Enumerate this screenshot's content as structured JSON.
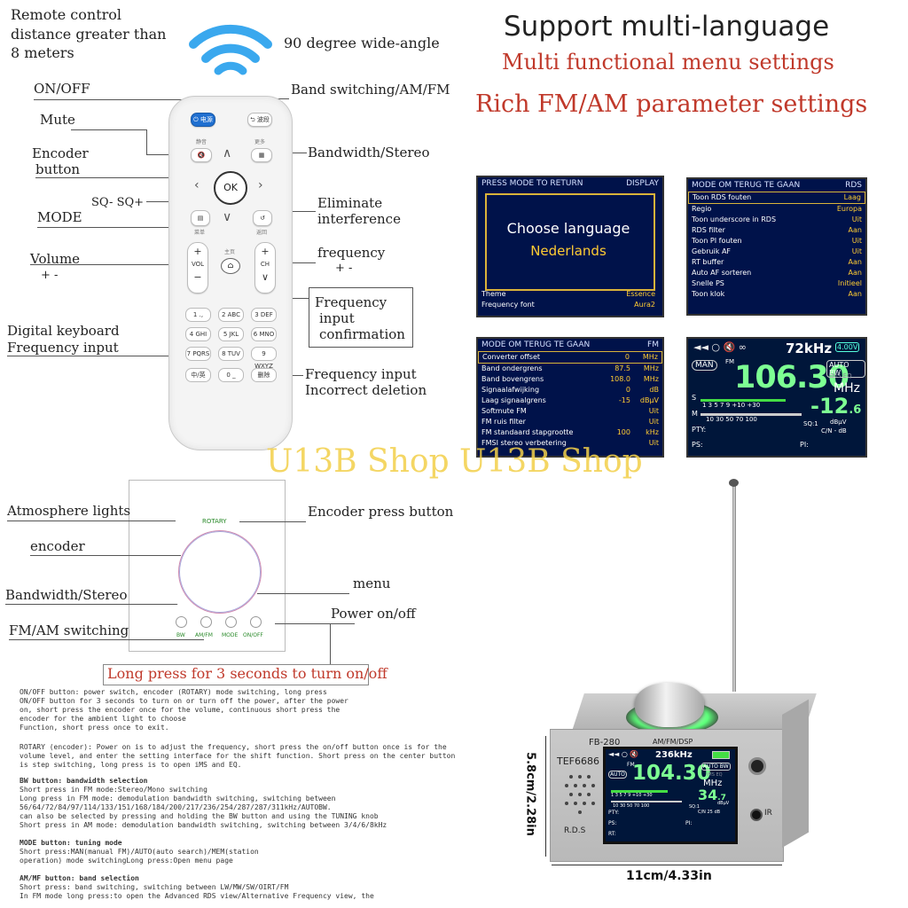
{
  "remote": {
    "range_text": "Remote control distance greater than 8 meters",
    "range_line1": "Remote control",
    "range_line2": "distance greater than",
    "range_line3": "8 meters",
    "angle_text": "90 degree wide-angle",
    "labels": {
      "on_off": "ON/OFF",
      "mute": "Mute",
      "encoder_line1": "Encoder",
      "encoder_line2": "button",
      "sq": "SQ-  SQ+",
      "mode": "MODE",
      "volume": "Volume",
      "volume_sign": "+   -",
      "digital_line1": "Digital keyboard",
      "digital_line2": "Frequency input",
      "band_switch": "Band switching/AM/FM",
      "bandwidth_stereo": "Bandwidth/Stereo",
      "eliminate_line1": "Eliminate",
      "eliminate_line2": "interference",
      "frequency": "frequency",
      "frequency_sign": "+   -",
      "freq_confirm_line1": "Frequency",
      "freq_confirm_line2": "input",
      "freq_confirm_line3": "confirmation",
      "freq_delete_line1": "Frequency input",
      "freq_delete_line2": "Incorrect deletion"
    },
    "buttons": {
      "power": "⏻ 电源",
      "band": "⮌ 波段",
      "mute_cap": "静音",
      "more_cap": "更多",
      "ok": "OK",
      "menu_cap": "菜单",
      "back_cap": "返回",
      "vol_plus": "+",
      "vol": "VOL",
      "vol_minus": "−",
      "ch_plus": "+",
      "ch": "CH",
      "ch_minus": "∨",
      "home_cap": "主页",
      "zh_en": "中/英",
      "delete": "删除"
    },
    "keys": [
      "1 .,",
      "2 ABC",
      "3 DEF",
      "4 GHI",
      "5 JKL",
      "6 MNO",
      "7 PQRS",
      "8 TUV",
      "9 WXYZ",
      "0 _"
    ]
  },
  "promo": {
    "title": "Support multi-language",
    "line2": "Multi functional menu settings",
    "line3": "Rich FM/AM parameter settings",
    "title_color": "#222222",
    "accent_color": "#c0392b"
  },
  "screens": {
    "language": {
      "header_left": "PRESS MODE TO RETURN",
      "header_right": "DISPLAY",
      "prompt": "Choose language",
      "value": "Nederlands",
      "bottom_rows": [
        {
          "label": "Theme",
          "value": "Essence"
        },
        {
          "label": "Frequency font",
          "value": "Aura2"
        }
      ]
    },
    "rds": {
      "header_left": "MODE OM TERUG TE GAAN",
      "header_right": "RDS",
      "rows": [
        {
          "label": "Toon RDS fouten",
          "value": "Laag"
        },
        {
          "label": "Regio",
          "value": "Europa"
        },
        {
          "label": "Toon underscore in RDS",
          "value": "Uit"
        },
        {
          "label": "RDS filter",
          "value": "Aan"
        },
        {
          "label": "Toon PI fouten",
          "value": "Uit"
        },
        {
          "label": "Gebruik AF",
          "value": "Uit"
        },
        {
          "label": "RT buffer",
          "value": "Aan"
        },
        {
          "label": "Auto AF sorteren",
          "value": "Aan"
        },
        {
          "label": "Snelle PS",
          "value": "Initieel"
        },
        {
          "label": "Toon klok",
          "value": "Aan"
        }
      ]
    },
    "fm": {
      "header_left": "MODE OM TERUG TE GAAN",
      "header_right": "FM",
      "rows": [
        {
          "label": "Converter offset",
          "value": "0",
          "unit": "MHz"
        },
        {
          "label": "Band ondergrens",
          "value": "87.5",
          "unit": "MHz"
        },
        {
          "label": "Band bovengrens",
          "value": "108.0",
          "unit": "MHz"
        },
        {
          "label": "Signaalafwijking",
          "value": "0",
          "unit": "dB"
        },
        {
          "label": "Laag signaalgrens",
          "value": "-15",
          "unit": "dBμV"
        },
        {
          "label": "Softmute FM",
          "value": "",
          "unit": "Uit"
        },
        {
          "label": "FM ruis filter",
          "value": "",
          "unit": "Uit"
        },
        {
          "label": "FM standaard stapgrootte",
          "value": "100",
          "unit": "kHz"
        },
        {
          "label": "FMSI stereo verbetering",
          "value": "",
          "unit": "Uit"
        }
      ]
    },
    "main": {
      "bw": "72kHz",
      "battery": "4.00V",
      "man": "MAN",
      "fm": "FM",
      "auto_bw": "AUTO BW",
      "ims_eq": "iMS  EQ",
      "freq": "106.30",
      "unit": "MHz",
      "signal": "-12",
      "signal_dec": ".6",
      "signal_unit": "dBμV",
      "scale_top": "1  3  5  7  9 +10  +30",
      "scale_bottom": "10  30  50  70    100",
      "sq": "SQ:1",
      "cn": "C/N   - dB",
      "pty": "PTY:",
      "ps": "PS:",
      "pi": "PI:",
      "s": "S",
      "m": "M"
    }
  },
  "watermark": "U13B Shop U13B Shop",
  "panel": {
    "rotary": "ROTARY",
    "labels": {
      "atmosphere": "Atmosphere lights",
      "encoder": "encoder",
      "bandwidth_stereo": "Bandwidth/Stereo",
      "fm_am": "FM/AM switching",
      "encoder_press": "Encoder press button",
      "menu": "menu",
      "power": "Power on/off"
    },
    "buttons": [
      "BW",
      "AM/FM",
      "MODE",
      "ON/OFF"
    ],
    "long_press": "Long press for 3 seconds to turn on/off"
  },
  "doc": {
    "p1": "ON/OFF button: power switch, encoder (ROTARY) mode switching, long press\nON/OFF button for 3 seconds to turn on or turn off the power, after the power\non, short press the encoder once for the volume, continuous short press the\nencoder for the ambient light to choose\nFunction, short press once to exit.",
    "p2": "ROTARY (encoder): Power on is to adjust the frequency, short press the on/off button once is for the\nvolume level, and enter the setting interface for the shift function. Short press on the center button\nis step switching, long press is to open iMS and EQ.",
    "h3": "BW button: bandwidth selection",
    "p3": "Short press in FM mode:Stereo/Mono switching\nLong press in FM mode: demodulation bandwidth switching, switching between\n56/64/72/84/97/114/133/151/168/184/200/217/236/254/287/287/311kHz/AUTOBW.\ncan also be selected by pressing and holding the BW button and using the TUNING knob\nShort press in AM mode: demodulation bandwidth switching, switching between 3/4/6/8kHz",
    "h4": "MODE button: tuning mode",
    "p4": "Short press:MAN(manual FM)/AUTO(auto search)/MEM(station\noperation) mode switchingLong press:Open menu page",
    "h5": "AM/MF button: band selection",
    "p5": "Short press: band switching, switching between LW/MW/SW/OIRT/FM\nIn FM mode long press:to open the Advanced RDS view/Alternative Frequency view, the"
  },
  "device": {
    "model": "FB-280",
    "mode": "AM/FM/DSP",
    "chip": "TEF6686",
    "rds": "R.D.S",
    "bw": "236kHz",
    "freq": "104.30",
    "unit": "MHz",
    "fm": "FM",
    "auto": "AUTO",
    "auto_bw": "AUTO BW",
    "ims_eq": "iMS EQ",
    "signal": "34",
    "signal_dec": ".7",
    "signal_unit": "dBμV",
    "scale_top": "1 3 5 7 9 +10 +30",
    "scale_bottom": "10 30 50 70  100",
    "sq": "SQ:1",
    "cn": "C/N 25 dB",
    "pty": "PTY:",
    "ps": "PS:",
    "rt": "RT:",
    "pi": "PI:",
    "ir": "IR",
    "height": "5.8cm/2.28in",
    "width": "11cm/4.33in",
    "ring_color": "#5cff7a"
  }
}
